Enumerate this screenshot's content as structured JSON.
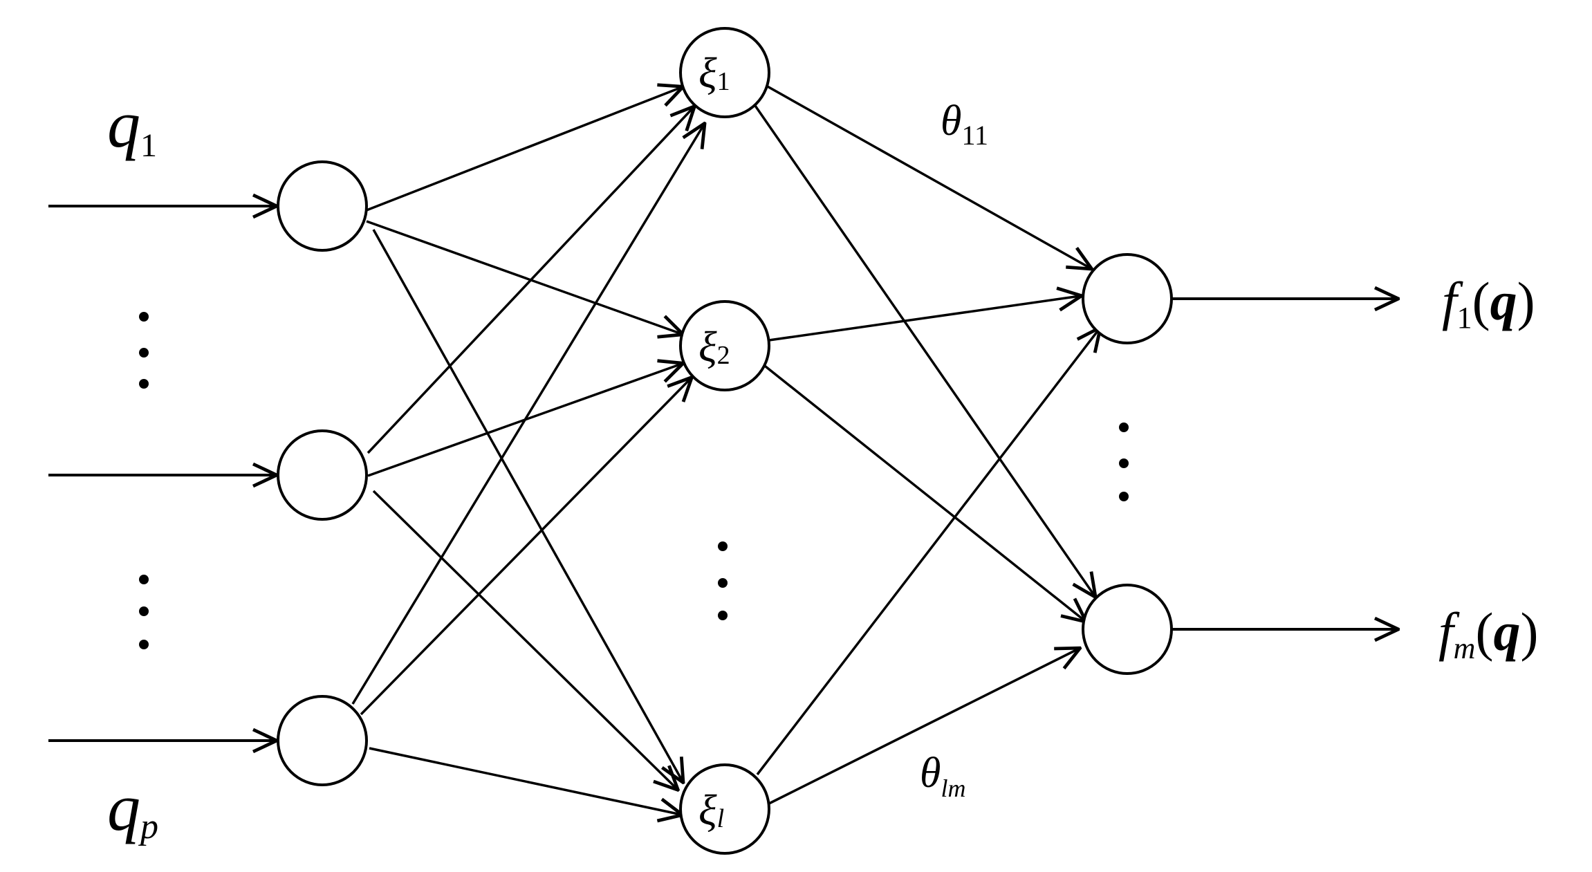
{
  "inputs": {
    "first": {
      "symbol": "q",
      "sub": "1"
    },
    "last": {
      "symbol": "q",
      "sub": "p"
    }
  },
  "hidden": [
    {
      "symbol": "ξ",
      "sub": "1"
    },
    {
      "symbol": "ξ",
      "sub": "2"
    },
    {
      "symbol": "ξ",
      "sub": "l"
    }
  ],
  "weights": {
    "first": {
      "symbol": "θ",
      "sub": "11"
    },
    "last": {
      "symbol": "θ",
      "sub": "lm"
    }
  },
  "outputs": [
    {
      "fn": "f",
      "sub": "1",
      "open": "(",
      "arg": "q",
      "close": ")"
    },
    {
      "fn": "f",
      "sub": "m",
      "open": "(",
      "arg": "q",
      "close": ")"
    }
  ],
  "colors": {
    "stroke": "#000000",
    "background": "#ffffff"
  }
}
